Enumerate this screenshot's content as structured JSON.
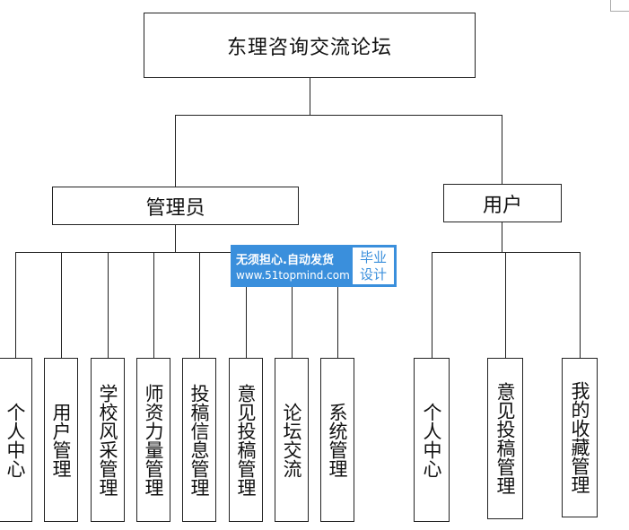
{
  "diagram": {
    "root": "东理咨询交流论坛",
    "admin": "管理员",
    "user": "用户",
    "admin_modules": [
      "个人中心",
      "用户管理",
      "学校风采管理",
      "师资力量管理",
      "投稿信息管理",
      "意见投稿管理",
      "论坛交流",
      "系统管理"
    ],
    "user_modules": [
      "个人中心",
      "意见投稿管理",
      "我的收藏管理"
    ]
  },
  "watermark": {
    "line1": "无须担心.自动发货",
    "line2": "www.51topmind.com",
    "tag_line1": "毕业",
    "tag_line2": "设计",
    "color": "#3a8fdc"
  }
}
